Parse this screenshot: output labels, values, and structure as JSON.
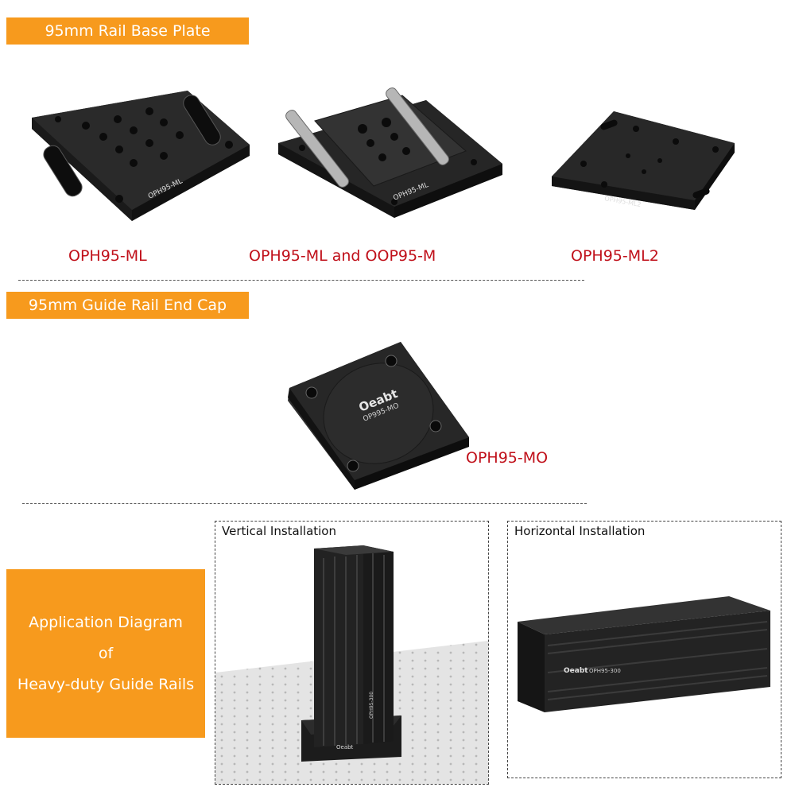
{
  "sections": {
    "base_plate": {
      "title": "95mm Rail Base Plate"
    },
    "end_cap": {
      "title": "95mm Guide Rail End Cap"
    }
  },
  "products": {
    "oph95_ml": {
      "caption": "OPH95-ML",
      "engraving": "OPH95-ML"
    },
    "oph95_ml_oop95_m": {
      "caption": "OPH95-ML and OOP95-M",
      "engraving": "OPH95-ML"
    },
    "oph95_ml2": {
      "caption": "OPH95-ML2",
      "engraving": "OPH95-ML2"
    },
    "oph95_mo": {
      "caption": "OPH95-MO",
      "engraving": "OP995-MO"
    }
  },
  "brand": "Oeabt",
  "application": {
    "line1": "Application Diagram",
    "line2": "of",
    "line3": "Heavy-duty Guide Rails",
    "vertical": {
      "title": "Vertical Installation",
      "engraving": "OPH95-300"
    },
    "horizontal": {
      "title": "Horizontal Installation",
      "engraving": "OPH95-300"
    }
  },
  "colors": {
    "accent": "#f79a1d",
    "caption": "#c0101a",
    "metal": "#2b2b2b"
  }
}
